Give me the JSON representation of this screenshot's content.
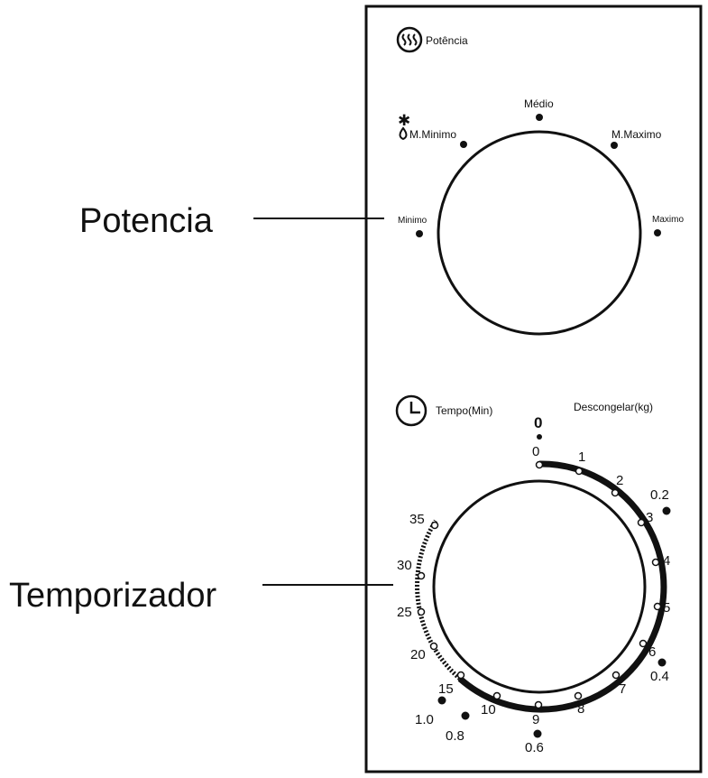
{
  "callouts": {
    "power": "Potencia",
    "timer": "Temporizador"
  },
  "power_panel": {
    "icon": "heat-waves-icon",
    "title": "Potência",
    "levels": {
      "minimo": "Minimo",
      "m_minimo": "M.Minimo",
      "medio": "Médio",
      "m_maximo": "M.Maximo",
      "maximo": "Maximo"
    },
    "defrost_icon": "snowflake-drop-icon"
  },
  "timer_panel": {
    "icon": "clock-icon",
    "time_label": "Tempo(Min)",
    "defrost_label": "Descongelar(kg)",
    "top_zero": "0",
    "minutes": [
      "0",
      "1",
      "2",
      "3",
      "4",
      "5",
      "6",
      "7",
      "8",
      "9",
      "10",
      "15",
      "20",
      "25",
      "30",
      "35"
    ],
    "weights": [
      "0.2",
      "0.4",
      "0.6",
      "0.8",
      "1.0"
    ]
  },
  "colors": {
    "ink": "#111111",
    "background": "#ffffff"
  }
}
